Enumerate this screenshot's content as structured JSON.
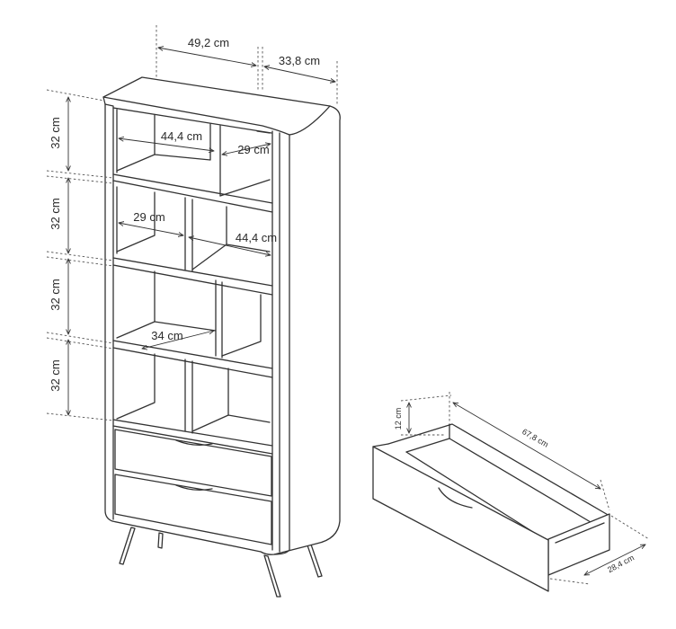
{
  "bookcase": {
    "width_label": "49,2 cm",
    "depth_label": "33,8 cm",
    "row1_height_label": "32 cm",
    "row2_height_label": "32 cm",
    "row3_height_label": "32 cm",
    "row4_height_label": "32 cm",
    "row1_left_width_label": "44,4 cm",
    "row1_right_width_label": "29 cm",
    "row2_left_width_label": "29 cm",
    "row2_right_width_label": "44,4 cm",
    "row3_depth_label": "34 cm"
  },
  "drawer": {
    "height_label": "12 cm",
    "length_label": "67,8 cm",
    "width_label": "28,4 cm"
  }
}
